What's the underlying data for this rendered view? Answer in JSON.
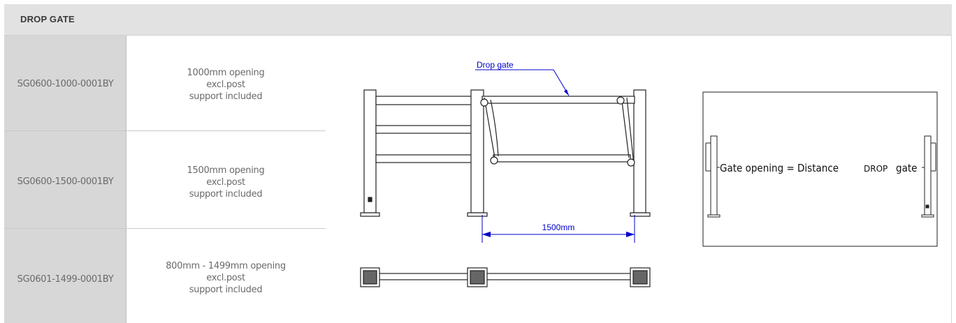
{
  "header": {
    "title": "DROP GATE"
  },
  "rows": [
    {
      "code": "SG0600-1000-0001BY",
      "lines": [
        "1000mm opening",
        "excl.post",
        "support included"
      ]
    },
    {
      "code": "SG0600-1500-0001BY",
      "lines": [
        "1500mm opening",
        "excl.post",
        "support included"
      ]
    },
    {
      "code": "SG0601-1499-0001BY",
      "lines": [
        "800mm - 1499mm opening",
        "excl.post",
        "support included"
      ]
    }
  ],
  "drawing": {
    "callout_label": "Drop gate",
    "dimension_label": "1500mm",
    "annotation_part1": "Gate opening = Distance",
    "annotation_part2": "DROP",
    "annotation_part3": "gate",
    "accent_color": "#0000cc"
  }
}
